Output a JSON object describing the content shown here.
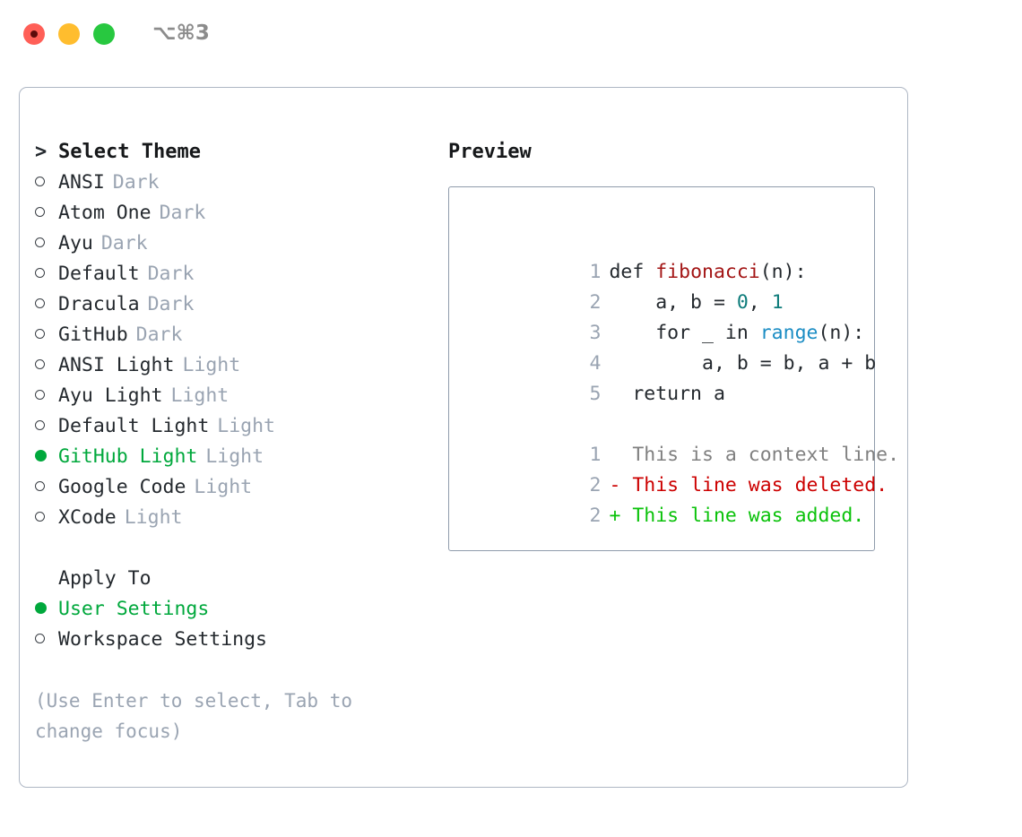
{
  "window": {
    "shortcut": "⌥⌘3",
    "traffic_lights": [
      {
        "name": "close",
        "color": "#ff5f57"
      },
      {
        "name": "minimize",
        "color": "#ffbd2e"
      },
      {
        "name": "maximize",
        "color": "#28c840"
      }
    ]
  },
  "colors": {
    "accent_green": "#00a83c",
    "muted": "#9aa4b2",
    "text": "#24292e",
    "diff_add": "#0ac20a",
    "diff_del": "#cc0000",
    "diff_context": "#808080",
    "syntax_function": "#a31515",
    "syntax_number": "#0e7c7b",
    "syntax_builtin": "#1b8dc4",
    "panel_border": "#aeb7c4",
    "preview_border": "#8f9bab"
  },
  "theme_list": {
    "header": "Select Theme",
    "header_marker": ">",
    "items": [
      {
        "name": "ANSI",
        "variant": "Dark",
        "selected": false
      },
      {
        "name": "Atom One",
        "variant": "Dark",
        "selected": false
      },
      {
        "name": "Ayu",
        "variant": "Dark",
        "selected": false
      },
      {
        "name": "Default",
        "variant": "Dark",
        "selected": false
      },
      {
        "name": "Dracula",
        "variant": "Dark",
        "selected": false
      },
      {
        "name": "GitHub",
        "variant": "Dark",
        "selected": false
      },
      {
        "name": "ANSI Light",
        "variant": "Light",
        "selected": false
      },
      {
        "name": "Ayu Light",
        "variant": "Light",
        "selected": false
      },
      {
        "name": "Default Light",
        "variant": "Light",
        "selected": false
      },
      {
        "name": "GitHub Light",
        "variant": "Light",
        "selected": true
      },
      {
        "name": "Google Code",
        "variant": "Light",
        "selected": false
      },
      {
        "name": "XCode",
        "variant": "Light",
        "selected": false
      }
    ]
  },
  "apply_to": {
    "label": "Apply To",
    "options": [
      {
        "name": "User Settings",
        "selected": true
      },
      {
        "name": "Workspace Settings",
        "selected": false
      }
    ]
  },
  "hint": "(Use Enter to select, Tab to change focus)",
  "preview": {
    "title": "Preview",
    "code_lines": [
      {
        "lineno": "1",
        "segments": [
          {
            "text": "def ",
            "type": "plain"
          },
          {
            "text": "fibonacci",
            "type": "function"
          },
          {
            "text": "(n):",
            "type": "plain"
          }
        ]
      },
      {
        "lineno": "2",
        "segments": [
          {
            "text": "    a, b = ",
            "type": "plain"
          },
          {
            "text": "0",
            "type": "number"
          },
          {
            "text": ", ",
            "type": "plain"
          },
          {
            "text": "1",
            "type": "number"
          }
        ]
      },
      {
        "lineno": "3",
        "segments": [
          {
            "text": "    for _ in ",
            "type": "plain"
          },
          {
            "text": "range",
            "type": "builtin"
          },
          {
            "text": "(n):",
            "type": "plain"
          }
        ]
      },
      {
        "lineno": "4",
        "segments": [
          {
            "text": "        a, b = b, a + b",
            "type": "plain"
          }
        ]
      },
      {
        "lineno": "5",
        "segments": [
          {
            "text": "  return a",
            "type": "plain"
          }
        ]
      }
    ],
    "diff_lines": [
      {
        "lineno": "1",
        "sign": " ",
        "text": " This is a context line.",
        "type": "context"
      },
      {
        "lineno": "2",
        "sign": "-",
        "text": " This line was deleted.",
        "type": "deleted"
      },
      {
        "lineno": "2",
        "sign": "+",
        "text": " This line was added.",
        "type": "added"
      }
    ]
  }
}
